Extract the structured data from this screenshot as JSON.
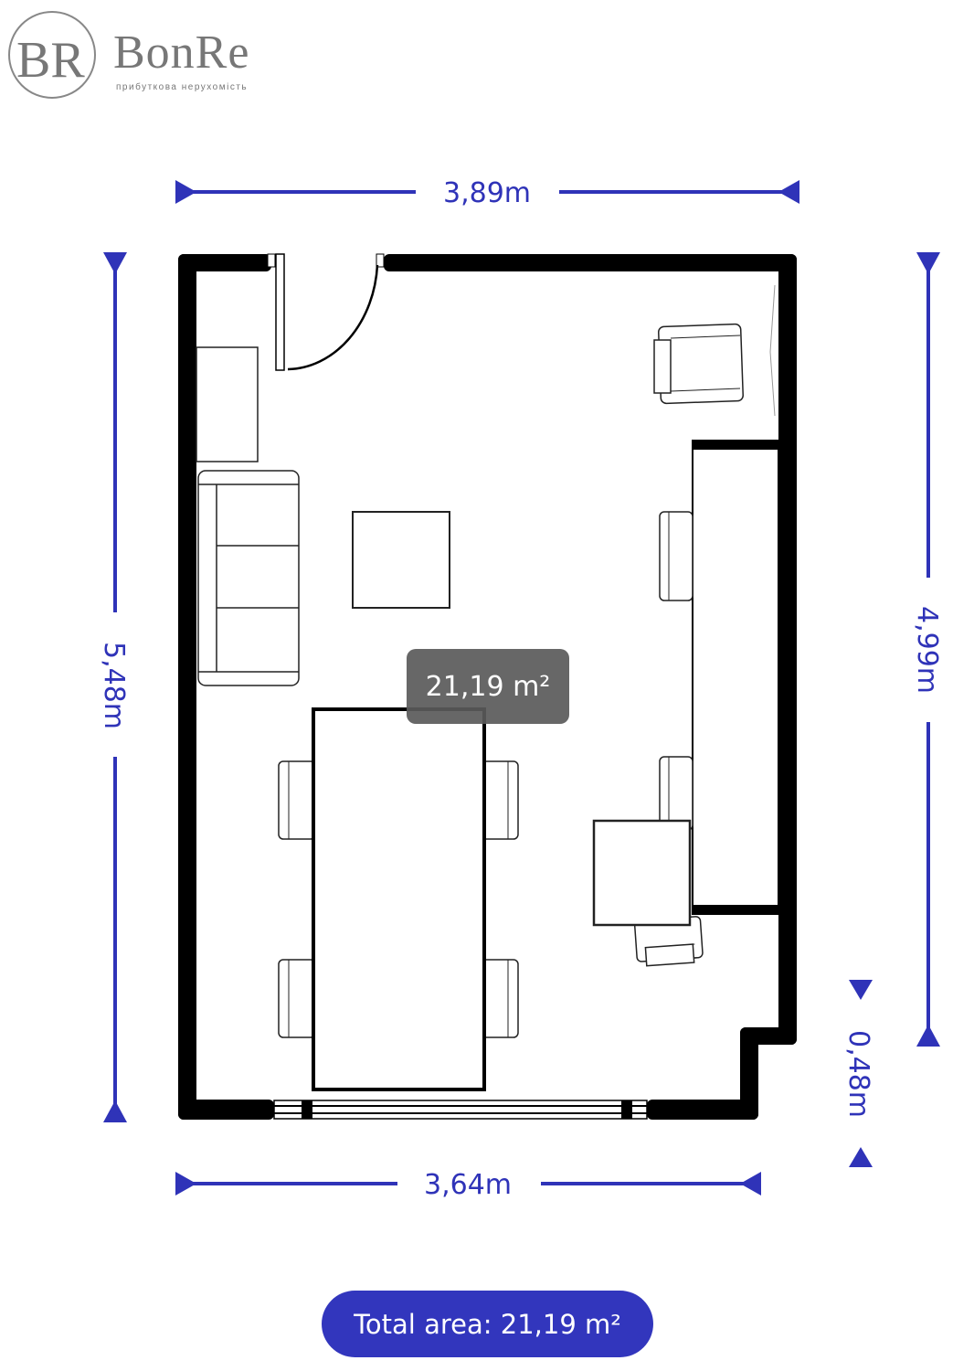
{
  "logo": {
    "monogram": "BR",
    "name": "BonRe",
    "tagline": "прибуткова нерухомість"
  },
  "dimensions": {
    "top": "3,89m",
    "left": "5,48m",
    "right": "4,99m",
    "notch": "0,48m",
    "bottom": "3,64m"
  },
  "room_area_label": "21,19 m²",
  "total_area_label": "Total area: 21,19 m²",
  "colors": {
    "dimension": "#2f33b8",
    "wall": "#000000",
    "area_badge": "#5a5a5a"
  }
}
